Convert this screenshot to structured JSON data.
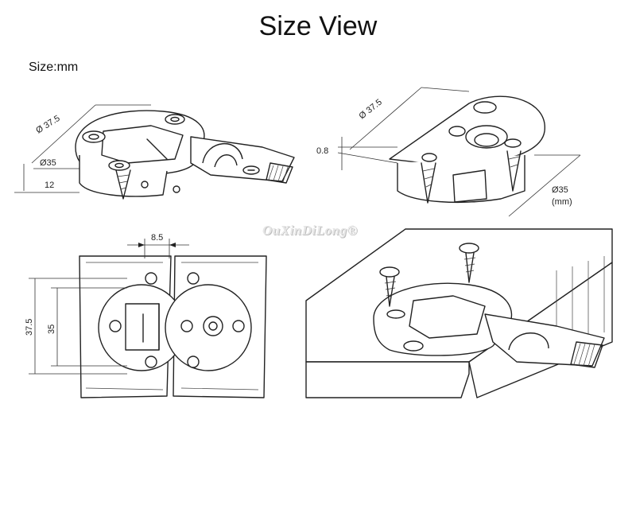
{
  "title": "Size View",
  "size_label": "Size:mm",
  "watermark": "OuXinDiLong®",
  "dimensions": {
    "tl_diameter_outer": "Ø 37.5",
    "tl_diameter_inner": "Ø35",
    "tl_height": "12",
    "tr_diameter_outer": "Ø 37.5",
    "tr_thickness": "0.8",
    "tr_diameter_inner": "Ø35",
    "tr_unit": "(mm)",
    "bl_gap": "8.5",
    "bl_height_outer": "37.5",
    "bl_height_inner": "35"
  }
}
